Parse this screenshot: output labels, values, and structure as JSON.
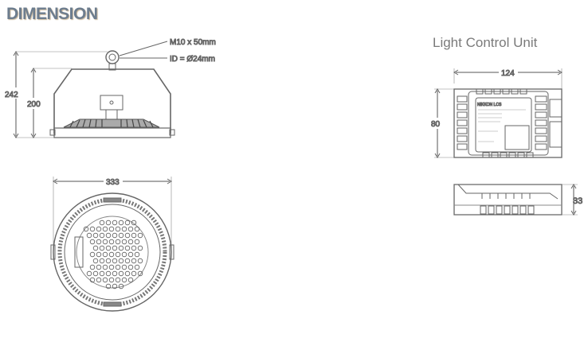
{
  "title": "DIMENSION",
  "lamp": {
    "bolt_label": "M10 x 50mm",
    "id_label": "ID = Ø24mm",
    "height_total": "242",
    "height_body": "200",
    "diameter": "333"
  },
  "lcu": {
    "title": "Light Control Unit",
    "width": "124",
    "depth": "80",
    "height": "33",
    "label_brand": "NIKKON LCS"
  }
}
